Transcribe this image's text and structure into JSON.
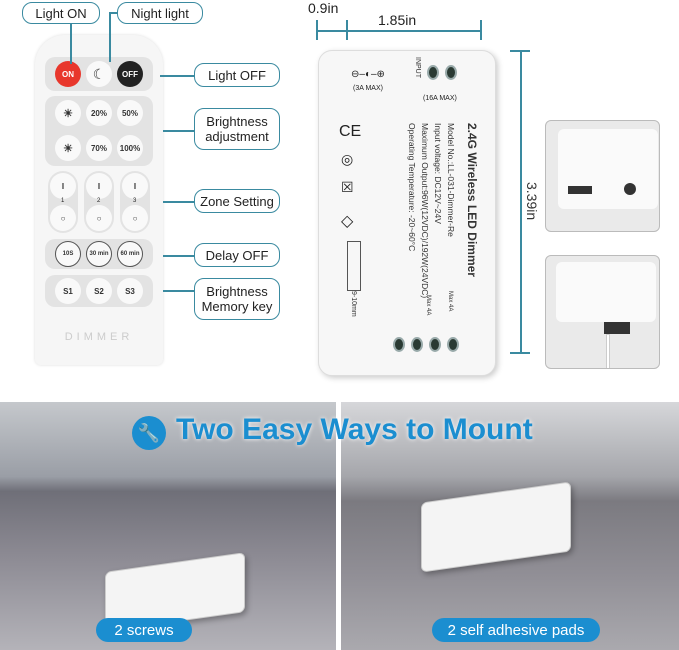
{
  "remote": {
    "buttons": {
      "on": "ON",
      "off": "OFF",
      "b20": "20%",
      "b50": "50%",
      "b70": "70%",
      "b100": "100%",
      "z1": "1",
      "z2": "2",
      "z3": "3",
      "d10": "10S",
      "d30": "30 min",
      "d60": "60 min",
      "s1": "S1",
      "s2": "S2",
      "s3": "S3"
    },
    "brand": "DIMMER",
    "on_color": "#e8372c"
  },
  "callouts": {
    "light_on": "Light ON",
    "night_light": "Night light",
    "light_off": "Light OFF",
    "brightness_adjustment": "Brightness adjustment",
    "zone_setting": "Zone Setting",
    "delay_off": "Delay OFF",
    "memory_key": "Brightness Memory key"
  },
  "dimensions": {
    "depth": "0.9in",
    "width": "1.85in",
    "height": "3.39in"
  },
  "device": {
    "title": "2.4G Wireless LED Dimmer",
    "model": "Model No.:LL-031-Dimmer-Re",
    "input_voltage": "Input voltage: DC12V~24V",
    "max_output": "Maximum Output:96W(12VDC)/192W(24VDC)",
    "temperature": "Operating Temperature: -20~60°C",
    "input_label": "INPUT",
    "input_max": "(16A MAX)",
    "jack_max": "(3A MAX)",
    "output_max_1": "Max 4A",
    "output_max_2": "Max 4A",
    "strip": "9-10mm",
    "ce": "CE"
  },
  "mount": {
    "title": "Two Easy Ways to Mount",
    "option1": "2 screws",
    "option2": "2 self adhesive pads",
    "accent": "#1b8ed0"
  }
}
